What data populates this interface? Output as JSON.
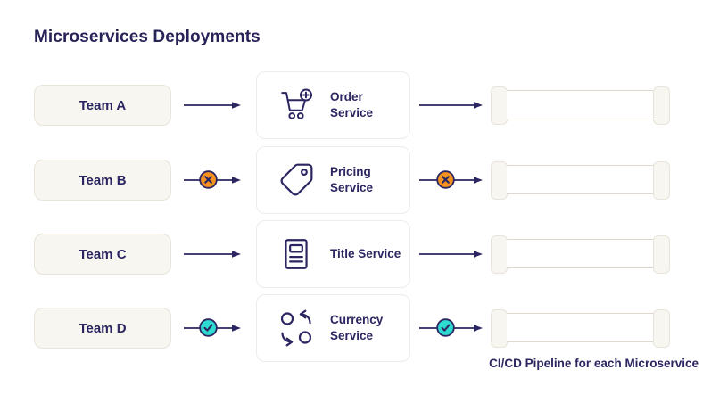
{
  "title": "Microservices Deployments",
  "caption": "CI/CD Pipeline for each Microservice",
  "colors": {
    "navy": "#2b2661",
    "orange": "#f69220",
    "teal": "#2ddbd0",
    "cream_fill": "#f8f6f0",
    "cream_border": "#e8e4d9",
    "service_border": "#edecea",
    "pipe_line": "#ded9cc",
    "background": "#ffffff"
  },
  "rows": [
    {
      "team": "Team A",
      "service": "Order Service",
      "icon": "cart-plus-icon",
      "status": "none"
    },
    {
      "team": "Team B",
      "service": "Pricing Service",
      "icon": "price-tag-icon",
      "status": "failed"
    },
    {
      "team": "Team C",
      "service": "Title Service",
      "icon": "document-icon",
      "status": "none"
    },
    {
      "team": "Team D",
      "service": "Currency Service",
      "icon": "currency-exchange-icon",
      "status": "passed"
    }
  ]
}
